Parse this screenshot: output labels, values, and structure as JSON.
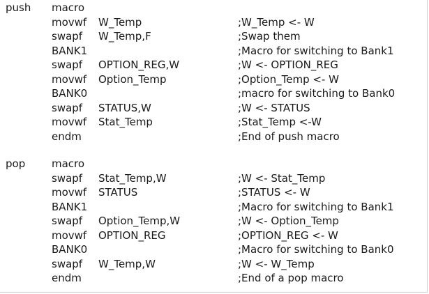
{
  "blocks": [
    {
      "id": "push",
      "lines": [
        {
          "label": "push",
          "mnemonic": "macro",
          "operand": "",
          "comment": ""
        },
        {
          "label": "",
          "mnemonic": "movwf",
          "operand": "W_Temp",
          "comment": ";W_Temp <- W"
        },
        {
          "label": "",
          "mnemonic": "swapf",
          "operand": "W_Temp,F",
          "comment": ";Swap them"
        },
        {
          "label": "",
          "mnemonic": "BANK1",
          "operand": "",
          "comment": ";Macro for switching to Bank1"
        },
        {
          "label": "",
          "mnemonic": "swapf",
          "operand": "OPTION_REG,W",
          "comment": ";W <- OPTION_REG"
        },
        {
          "label": "",
          "mnemonic": "movwf",
          "operand": "Option_Temp",
          "comment": ";Option_Temp <- W"
        },
        {
          "label": "",
          "mnemonic": "BANK0",
          "operand": "",
          "comment": ";macro for switching to Bank0"
        },
        {
          "label": "",
          "mnemonic": "swapf",
          "operand": "STATUS,W",
          "comment": ";W <- STATUS"
        },
        {
          "label": "",
          "mnemonic": "movwf",
          "operand": "Stat_Temp",
          "comment": ";Stat_Temp <-W"
        },
        {
          "label": "",
          "mnemonic": "endm",
          "operand": "",
          "comment": ";End of push macro"
        }
      ]
    },
    {
      "id": "pop",
      "lines": [
        {
          "label": "pop",
          "mnemonic": "macro",
          "operand": "",
          "comment": ""
        },
        {
          "label": "",
          "mnemonic": "swapf",
          "operand": "Stat_Temp,W",
          "comment": ";W <- Stat_Temp"
        },
        {
          "label": "",
          "mnemonic": "movwf",
          "operand": "STATUS",
          "comment": ";STATUS <- W"
        },
        {
          "label": "",
          "mnemonic": "BANK1",
          "operand": "",
          "comment": ";Macro for switching to Bank1"
        },
        {
          "label": "",
          "mnemonic": "swapf",
          "operand": "Option_Temp,W",
          "comment": ";W <- Option_Temp"
        },
        {
          "label": "",
          "mnemonic": "movwf",
          "operand": "OPTION_REG",
          "comment": ";OPTION_REG <- W"
        },
        {
          "label": "",
          "mnemonic": "BANK0",
          "operand": "",
          "comment": ";Macro for switching to Bank0"
        },
        {
          "label": "",
          "mnemonic": "swapf",
          "operand": "W_Temp,W",
          "comment": ";W <- W_Temp"
        },
        {
          "label": "",
          "mnemonic": "endm",
          "operand": "",
          "comment": ";End of a pop macro"
        }
      ]
    }
  ]
}
